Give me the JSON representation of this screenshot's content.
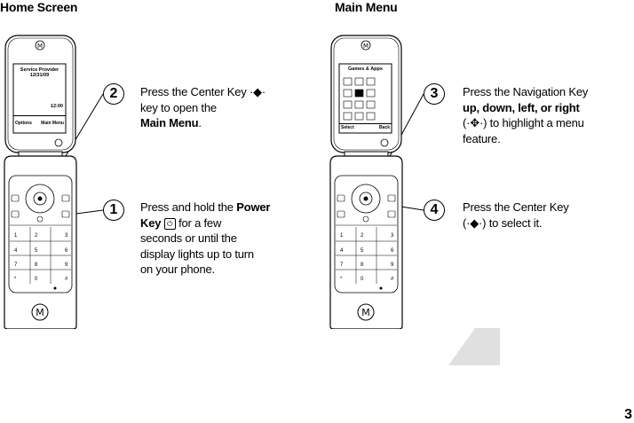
{
  "left": {
    "title": "Home Screen",
    "screen": {
      "line1": "Service Provider",
      "line2": "12/31/09",
      "time": "12:00",
      "soft_left": "Options",
      "soft_right": "Main Menu"
    },
    "step2": {
      "num": "2",
      "a": "Press the Center Key",
      "b": "key to open the",
      "c": "Main Menu",
      "d": "."
    },
    "step1": {
      "num": "1",
      "a": "Press and hold the",
      "b": "Power",
      "c": "Key",
      "d": "for a few",
      "e": "seconds or until the",
      "f": "display lights up to turn",
      "g": "on your phone."
    }
  },
  "right": {
    "title": "Main Menu",
    "screen": {
      "header": "Games & Apps",
      "soft_left": "Select",
      "soft_right": "Back"
    },
    "step3": {
      "num": "3",
      "a": "Press the Navigation Key",
      "b": "up, down, left, or right",
      "c": "to highlight a menu",
      "d": "feature."
    },
    "step4": {
      "num": "4",
      "a": "Press the Center Key",
      "b": "to select it."
    }
  },
  "keypad": [
    "1",
    "2",
    "3",
    "4",
    "5",
    "6",
    "7",
    "8",
    "9",
    "*",
    "0",
    "#"
  ],
  "page_number": "3"
}
